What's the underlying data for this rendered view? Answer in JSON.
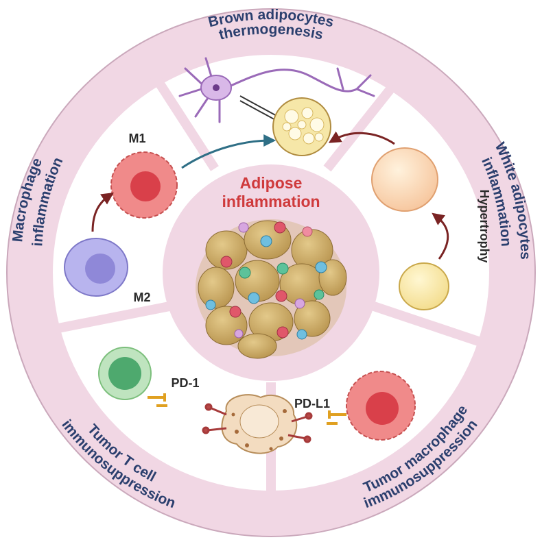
{
  "title": {
    "line1": "Adipose",
    "line2": "inflammation"
  },
  "sectors": {
    "brown": {
      "line1": "Brown adipocytes",
      "line2": "thermogenesis"
    },
    "white": {
      "line1": "White adipocytes",
      "line2": "inflammation"
    },
    "tumor_macrophage": {
      "line1": "Tumor macrophage",
      "line2": "immunosuppression"
    },
    "tumor_tcell": {
      "line1": "Tumor T cell",
      "line2": "immunosuppression"
    },
    "macrophage": {
      "line1": "Macrophage",
      "line2": "inflammation"
    }
  },
  "labels": {
    "m1": "M1",
    "m2": "M2",
    "hypertrophy": "Hypertrophy",
    "pd1": "PD-1",
    "pdl1": "PD-L1"
  },
  "colors": {
    "ring": "#f1d7e4",
    "ring_edge": "#caa8bb",
    "sector_fill": "#ffffff",
    "center_fill": "#f1d7e4",
    "title_red": "#cf3a3c",
    "ring_text": "#2b3f6e",
    "arrow": "#7a2323"
  }
}
